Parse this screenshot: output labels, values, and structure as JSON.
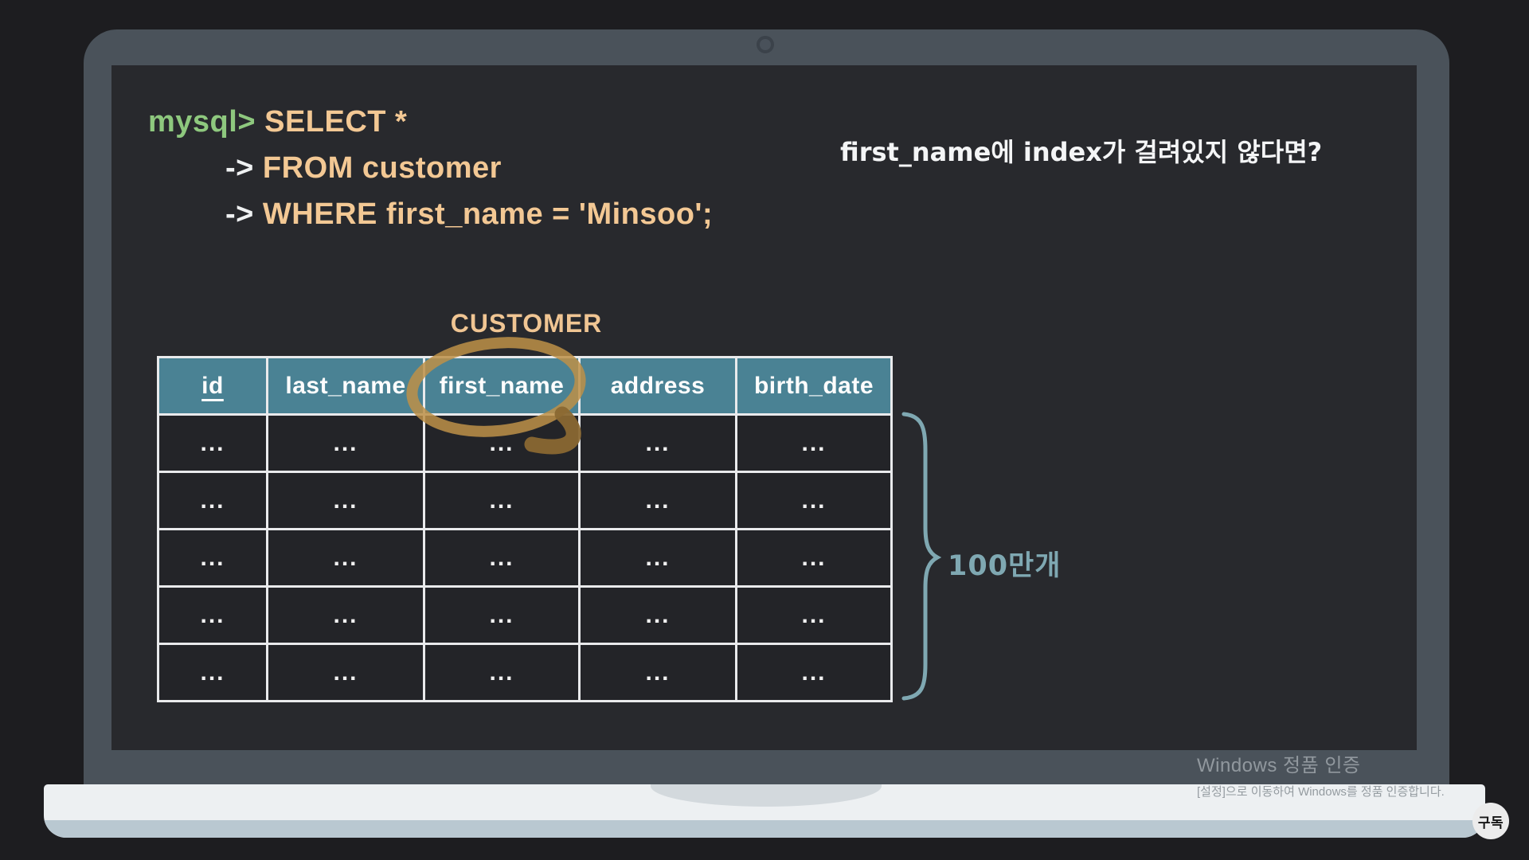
{
  "query": {
    "prompt": "mysql>",
    "select_line": "SELECT *",
    "continuation_arrow": "->",
    "from_line": "FROM customer",
    "where_line": "WHERE first_name = 'Minsoo';"
  },
  "note": {
    "text": "first_name에 index가 걸려있지 않다면?"
  },
  "table": {
    "title": "CUSTOMER",
    "columns": [
      "id",
      "last_name",
      "first_name",
      "address",
      "birth_date"
    ],
    "rows": [
      [
        "...",
        "...",
        "...",
        "...",
        "..."
      ],
      [
        "...",
        "...",
        "...",
        "...",
        "..."
      ],
      [
        "...",
        "...",
        "...",
        "...",
        "..."
      ],
      [
        "...",
        "...",
        "...",
        "...",
        "..."
      ],
      [
        "...",
        "...",
        "...",
        "...",
        "..."
      ]
    ],
    "row_count_annotation": "100만개"
  },
  "watermark": {
    "line1": "Windows 정품 인증",
    "line2": "[설정]으로 이동하여 Windows를 정품 인증합니다."
  },
  "subscribe_label": "구독",
  "colors": {
    "prompt_green": "#8ec87e",
    "sql_peach": "#f3c894",
    "header_teal": "#4a8294",
    "annotation_teal": "#7fa8b2",
    "highlight_orange": "#bd9148",
    "bezel_gray": "#4a525a",
    "screen_bg": "#28292d"
  }
}
